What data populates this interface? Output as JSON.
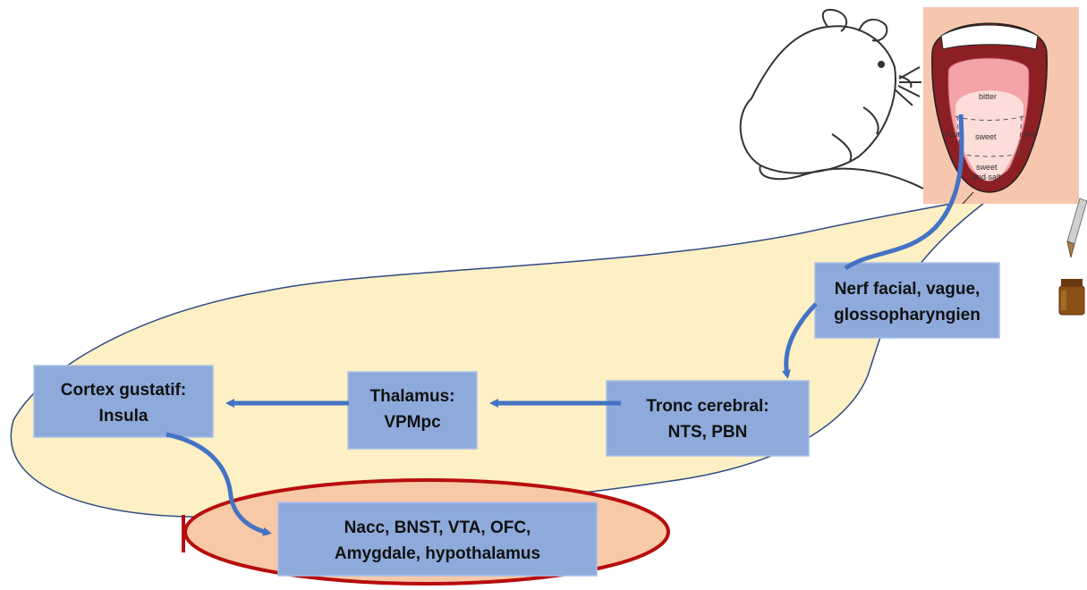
{
  "colors": {
    "pathway_fill": "#fdf0c4",
    "reward_fill": "#f7c9a6",
    "reward_stroke": "#b80d0d",
    "box_fill": "#8eaadb",
    "box_stroke": "#aac0e6",
    "arrow": "#4472c4"
  },
  "boxes": {
    "nerve": [
      "Nerf facial, vague,",
      "glossopharyngien"
    ],
    "brainstem": [
      "Tronc cerebral:",
      "NTS, PBN"
    ],
    "thalamus": [
      "Thalamus:",
      "VPMpc"
    ],
    "cortex": [
      "Cortex gustatif:",
      "Insula"
    ],
    "reward": [
      "Nacc, BNST, VTA, OFC,",
      "Amygdale, hypothalamus"
    ]
  },
  "tongue_map": {
    "bitter": "bitter",
    "sour_left": "sour",
    "sour_right": "sour",
    "sweet": "sweet",
    "sweet_salt": [
      "sweet",
      "and salt"
    ]
  },
  "icons": [
    "mouse-illustration",
    "tongue-taste-map",
    "dropper-icon",
    "bottle-icon"
  ]
}
